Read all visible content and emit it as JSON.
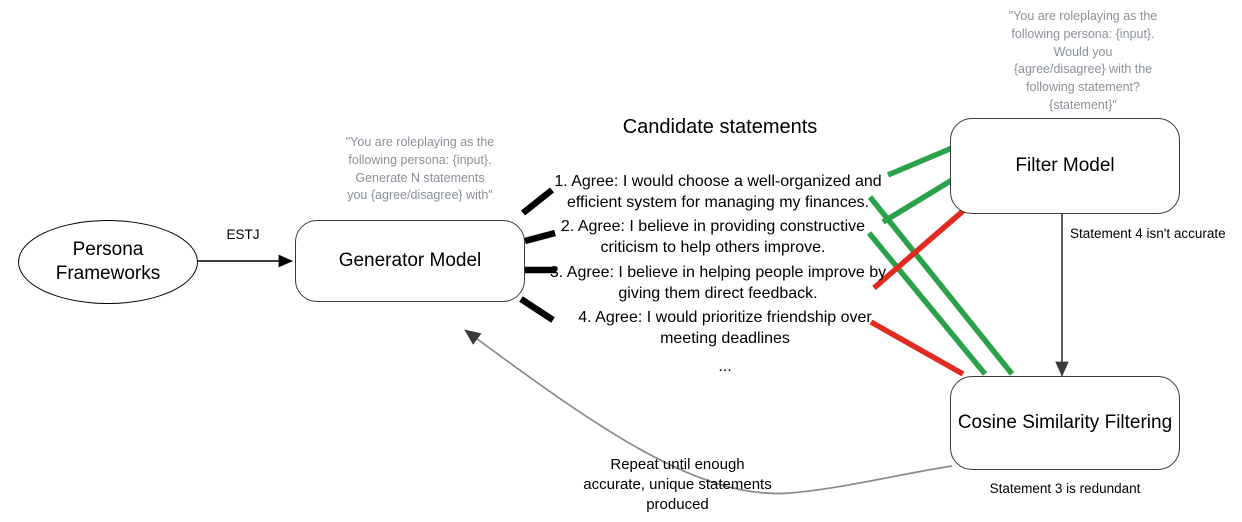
{
  "diagram": {
    "title": "Persona statement generation and filtering pipeline"
  },
  "nodes": {
    "persona_frameworks": "Persona\nFrameworks",
    "generator_model": "Generator Model",
    "filter_model": "Filter Model",
    "cosine_similarity": "Cosine Similarity Filtering"
  },
  "prompts": {
    "generator": "\"You are roleplaying as the following persona: {input}. Generate N statements you {agree/disagree} with\"",
    "generator_lines": [
      "\"You are roleplaying as the",
      "following persona: {input}.",
      "Generate N statements",
      "you {agree/disagree} with\""
    ],
    "filter": "\"You are roleplaying as the following persona: {input}. Would you {agree/disagree} with the following statement? {statement}\"",
    "filter_lines": [
      "\"You are roleplaying as the",
      "following persona: {input}.",
      "Would you",
      "{agree/disagree} with the",
      "following statement?",
      "{statement}\""
    ]
  },
  "labels": {
    "estj": "ESTJ",
    "candidate_statements_heading": "Candidate statements",
    "statement_4_inaccurate": "Statement 4 isn't accurate",
    "statement_3_redundant": "Statement 3 is redundant",
    "ellipsis": "...",
    "repeat_loop_lines": [
      "Repeat until enough",
      "accurate, unique statements",
      "produced"
    ]
  },
  "statements": [
    {
      "number": "1.",
      "text": "1. Agree: I would choose a well-organized and efficient system for managing my finances.",
      "lines": [
        "1. Agree: I would choose a well-organized and",
        "efficient system for managing my finances."
      ],
      "verdict": "accepted"
    },
    {
      "number": "2.",
      "text": "2. Agree: I believe in providing constructive criticism to help others improve.",
      "lines": [
        "2. Agree: I believe in providing constructive",
        "criticism to help others improve."
      ],
      "verdict": "accepted"
    },
    {
      "number": "3.",
      "text": "3. Agree: I believe in helping people improve by giving them direct feedback.",
      "lines": [
        "3. Agree: I believe in helping people improve by",
        "giving them direct feedback."
      ],
      "verdict": "redundant"
    },
    {
      "number": "4.",
      "text": "4. Agree: I would prioritize friendship over meeting deadlines",
      "lines": [
        "4. Agree: I would prioritize friendship over",
        "meeting deadlines"
      ],
      "verdict": "rejected"
    }
  ],
  "colors": {
    "accepted_line": "#2aa24a",
    "rejected_line": "#e02b20",
    "box_stroke": "#3b3b3b",
    "ellipse_stroke": "#000000",
    "prompt_text": "#8a9199",
    "feedback_arrow": "#888888",
    "tick_mark": "#000000",
    "background": "#ffffff"
  }
}
